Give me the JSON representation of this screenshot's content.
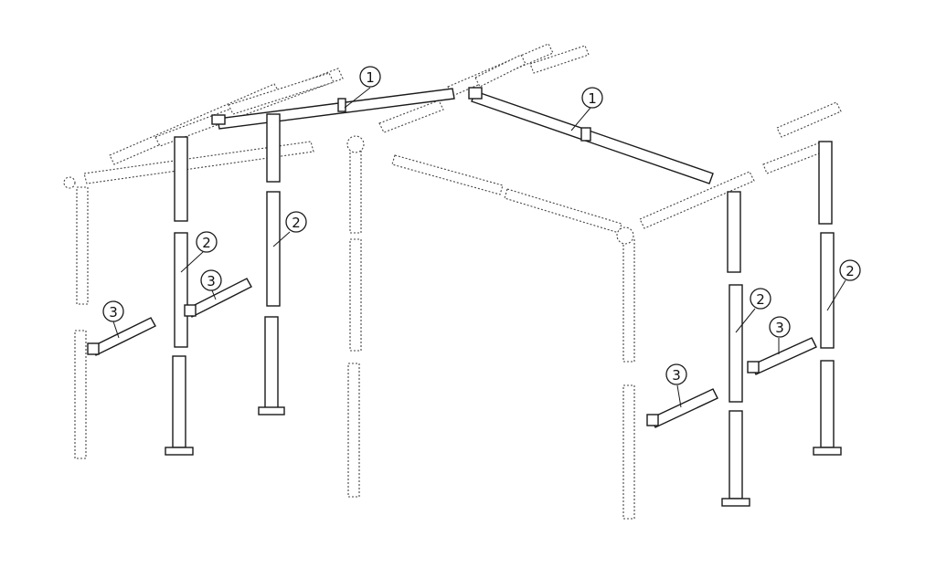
{
  "callouts": {
    "c1a": "1",
    "c1b": "1",
    "c2a": "2",
    "c2b": "2",
    "c2c": "2",
    "c2d": "2",
    "c3a": "3",
    "c3b": "3",
    "c3c": "3",
    "c3d": "3"
  },
  "colors": {
    "line": "#1a1a1a",
    "dotted": "#444444",
    "background": "#ffffff"
  }
}
